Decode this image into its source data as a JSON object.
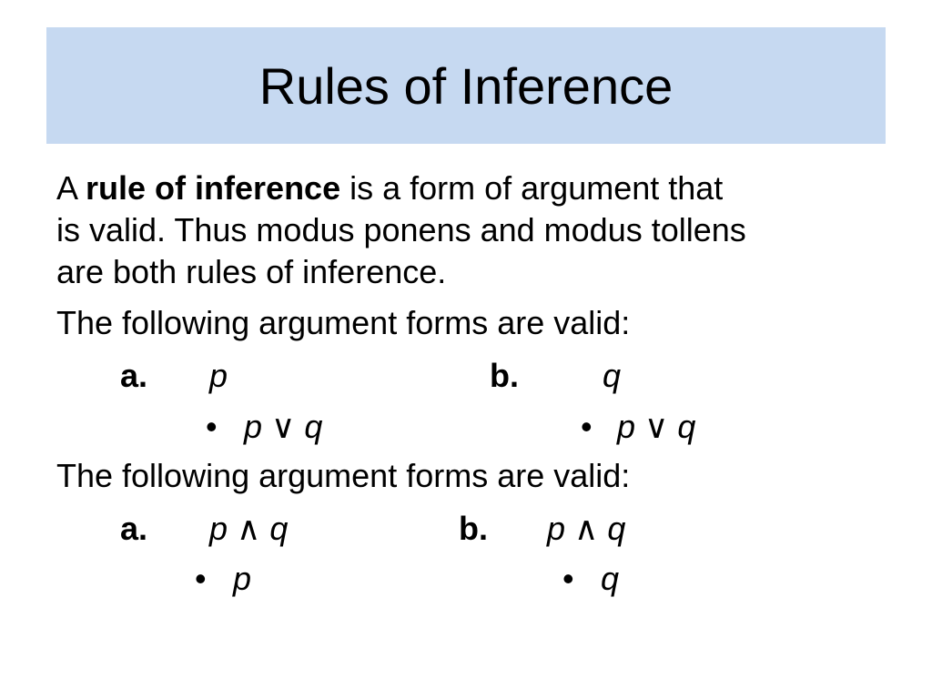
{
  "slide": {
    "title": "Rules of Inference",
    "intro": {
      "prefix": "A ",
      "term": "rule of inference",
      "line1_rest": " is a form of argument that",
      "line2": "is valid. Thus modus ponens and modus tollens",
      "line3": "are both rules of inference."
    },
    "section1": {
      "heading": "The following argument forms are valid:",
      "a": {
        "label": "a.",
        "premise": "p",
        "bullet": "•",
        "conclusion": "p ∨ q"
      },
      "b": {
        "label": "b.",
        "premise": "q",
        "bullet": "•",
        "conclusion": "p ∨ q"
      }
    },
    "section2": {
      "heading": "The following argument forms are valid:",
      "a": {
        "label": "a.",
        "premise": "p ∧ q",
        "bullet": "•",
        "conclusion": "p"
      },
      "b": {
        "label": "b.",
        "premise": "p ∧ q",
        "bullet": "•",
        "conclusion": "q"
      }
    }
  }
}
